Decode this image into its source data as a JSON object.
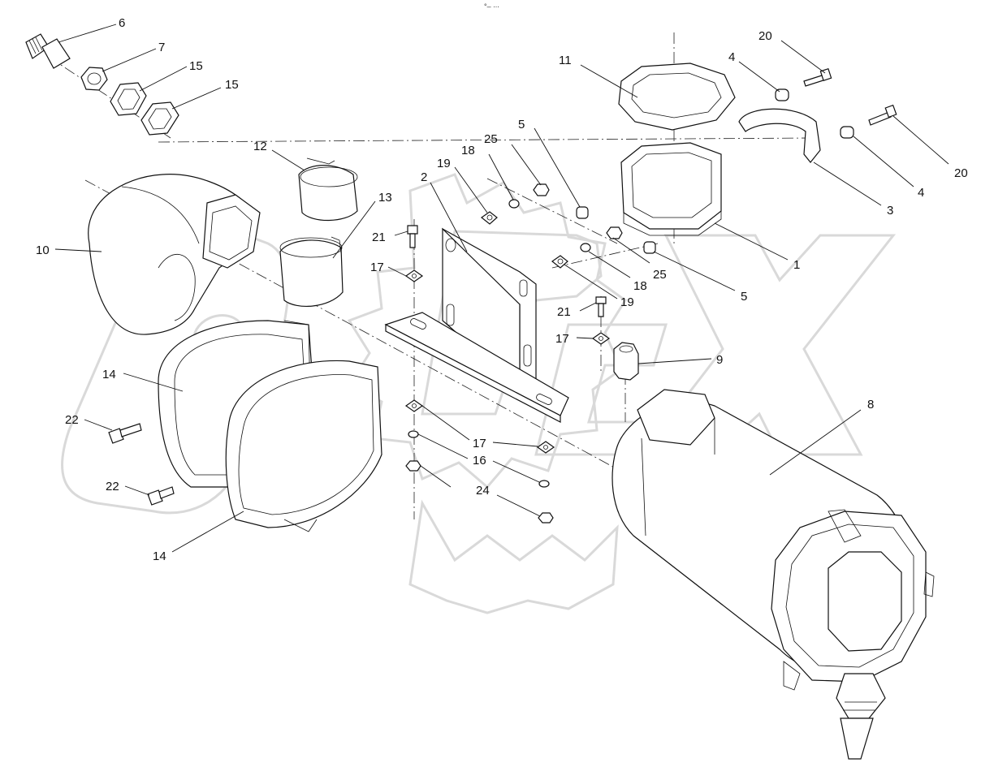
{
  "header": {
    "marker": "°– ∙∙∙"
  },
  "watermark": {
    "text": "OPEX"
  },
  "callouts": [
    {
      "id": "c6",
      "label": "6"
    },
    {
      "id": "c7",
      "label": "7"
    },
    {
      "id": "c15a",
      "label": "15"
    },
    {
      "id": "c15b",
      "label": "15"
    },
    {
      "id": "c11",
      "label": "11"
    },
    {
      "id": "c4a",
      "label": "4"
    },
    {
      "id": "c20a",
      "label": "20"
    },
    {
      "id": "c20b",
      "label": "20"
    },
    {
      "id": "c4b",
      "label": "4"
    },
    {
      "id": "c3",
      "label": "3"
    },
    {
      "id": "c1",
      "label": "1"
    },
    {
      "id": "c5a",
      "label": "5"
    },
    {
      "id": "c5b",
      "label": "5"
    },
    {
      "id": "c25a",
      "label": "25"
    },
    {
      "id": "c25b",
      "label": "25"
    },
    {
      "id": "c18a",
      "label": "18"
    },
    {
      "id": "c18b",
      "label": "18"
    },
    {
      "id": "c19a",
      "label": "19"
    },
    {
      "id": "c19b",
      "label": "19"
    },
    {
      "id": "c2",
      "label": "2"
    },
    {
      "id": "c12",
      "label": "12"
    },
    {
      "id": "c13",
      "label": "13"
    },
    {
      "id": "c10",
      "label": "10"
    },
    {
      "id": "c21a",
      "label": "21"
    },
    {
      "id": "c21b",
      "label": "21"
    },
    {
      "id": "c17a",
      "label": "17"
    },
    {
      "id": "c17b",
      "label": "17"
    },
    {
      "id": "c17c",
      "label": "17"
    },
    {
      "id": "c9",
      "label": "9"
    },
    {
      "id": "c8",
      "label": "8"
    },
    {
      "id": "c14a",
      "label": "14"
    },
    {
      "id": "c14b",
      "label": "14"
    },
    {
      "id": "c22a",
      "label": "22"
    },
    {
      "id": "c22b",
      "label": "22"
    },
    {
      "id": "c16",
      "label": "16"
    },
    {
      "id": "c24",
      "label": "24"
    }
  ]
}
